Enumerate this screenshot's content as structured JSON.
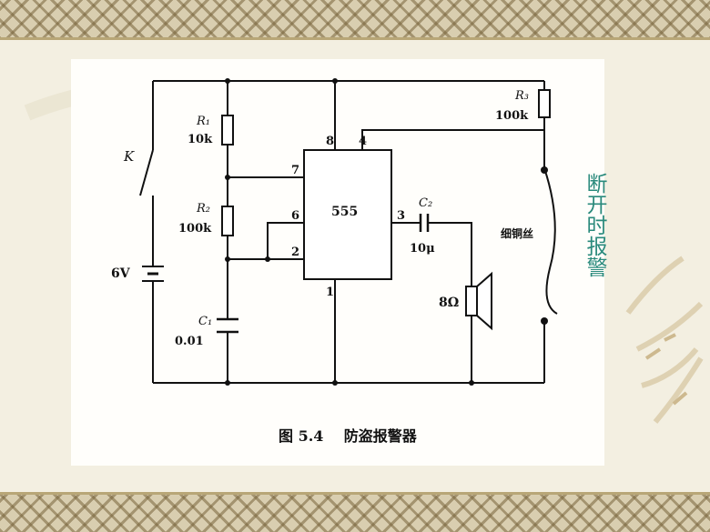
{
  "slide": {
    "side_note": "断开时报警",
    "accent_color": "#2a8a7c"
  },
  "circuit": {
    "switch_label": "K",
    "battery_label": "6V",
    "r1_name": "R₁",
    "r1_value": "10k",
    "r2_name": "R₂",
    "r2_value": "100k",
    "r3_name": "R₃",
    "r3_value": "100k",
    "c1_name": "C₁",
    "c1_value": "0.01",
    "c2_name": "C₂",
    "c2_value": "10μ",
    "ic_label": "555",
    "pins": {
      "p1": "1",
      "p2": "2",
      "p3": "3",
      "p4": "4",
      "p6": "6",
      "p7": "7",
      "p8": "8"
    },
    "speaker_label": "8Ω",
    "wire_label": "细铜丝",
    "caption": "图 5.4    防盗报警器"
  }
}
